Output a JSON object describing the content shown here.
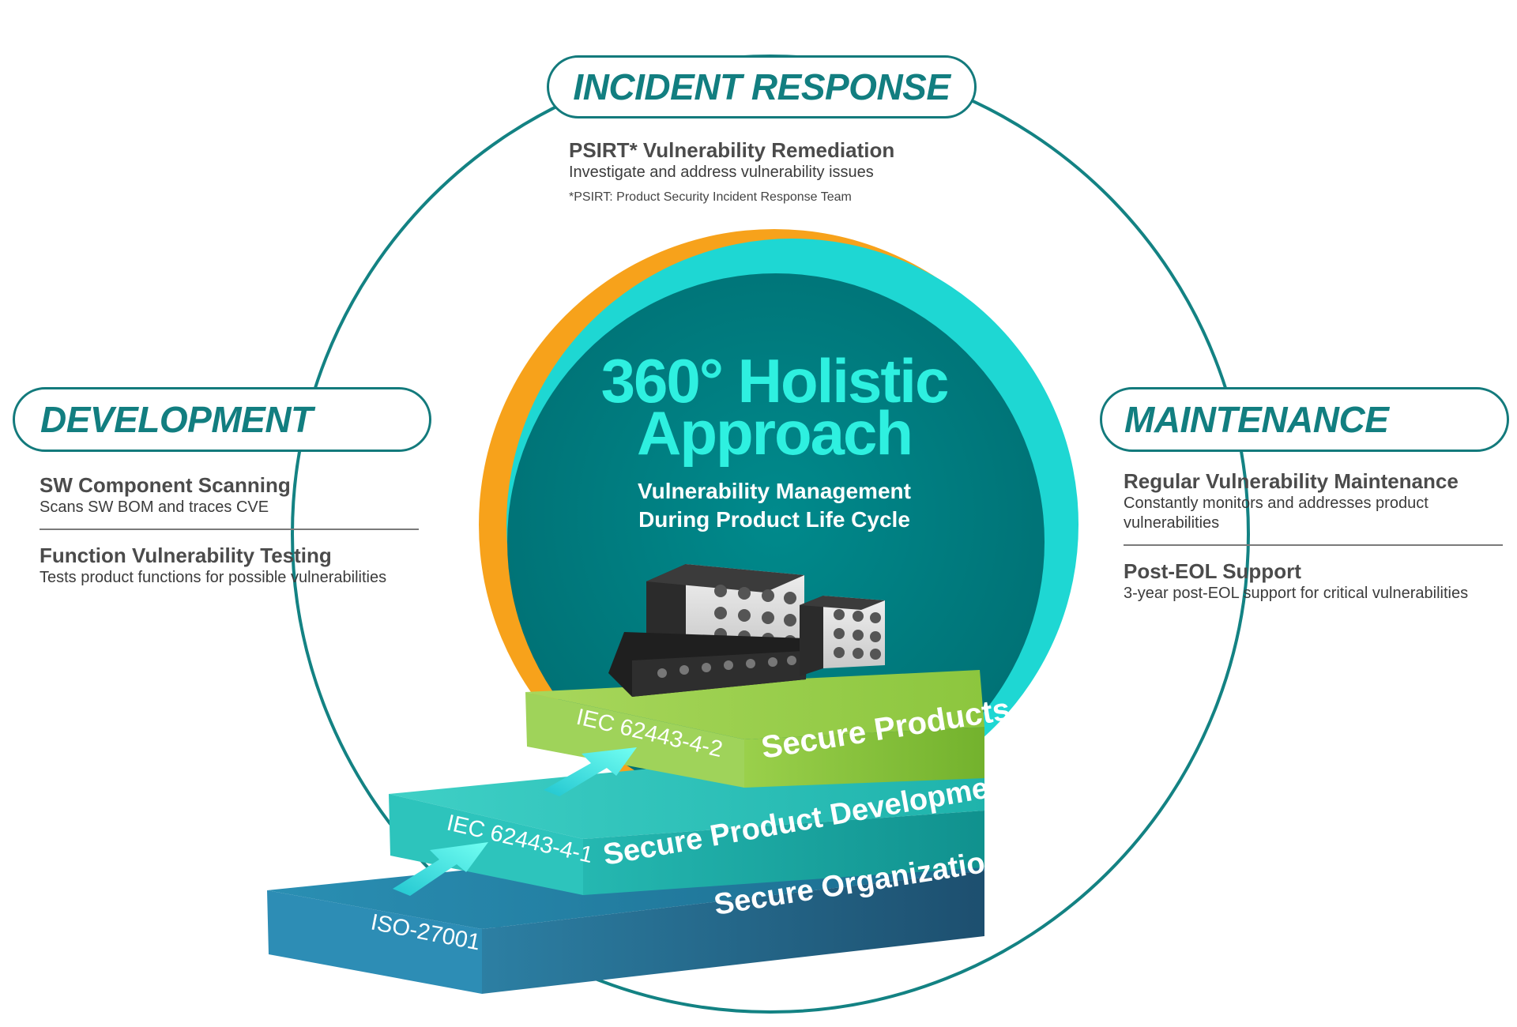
{
  "colors": {
    "ring": "#138283",
    "pill_text": "#127e80",
    "core": "#00787c",
    "title_cyan": "#2ef0e0",
    "orange": "#f7a21b",
    "cyan_arc": "#1ed7d3",
    "green_step": "#8dc63f",
    "teal_step": "#1fb8b3",
    "blue_step": "#1d6c8a"
  },
  "incident_response": {
    "label": "INCIDENT RESPONSE",
    "item_title": "PSIRT* Vulnerability Remediation",
    "item_desc": "Investigate and address vulnerability issues",
    "footnote": "*PSIRT: Product Security Incident Response Team"
  },
  "development": {
    "label": "DEVELOPMENT",
    "items": [
      {
        "title": "SW Component Scanning",
        "desc": "Scans SW BOM and traces CVE"
      },
      {
        "title": "Function Vulnerability Testing",
        "desc": "Tests product functions for possible vulnerabilities"
      }
    ]
  },
  "maintenance": {
    "label": "MAINTENANCE",
    "items": [
      {
        "title": "Regular Vulnerability Maintenance",
        "desc": "Constantly monitors and addresses product vulnerabilities"
      },
      {
        "title": "Post-EOL Support",
        "desc": "3-year post-EOL support for critical vulnerabilities"
      }
    ]
  },
  "center": {
    "title_line1": "360° Holistic",
    "title_line2": "Approach",
    "subtitle_line1": "Vulnerability Management",
    "subtitle_line2": "During Product Life Cycle"
  },
  "steps": {
    "top": {
      "standard": "IEC 62443-4-2",
      "label": "Secure Products"
    },
    "middle": {
      "standard": "IEC 62443-4-1",
      "label": "Secure Product Development"
    },
    "bottom": {
      "standard": "ISO-27001",
      "label": "Secure Organization"
    }
  }
}
